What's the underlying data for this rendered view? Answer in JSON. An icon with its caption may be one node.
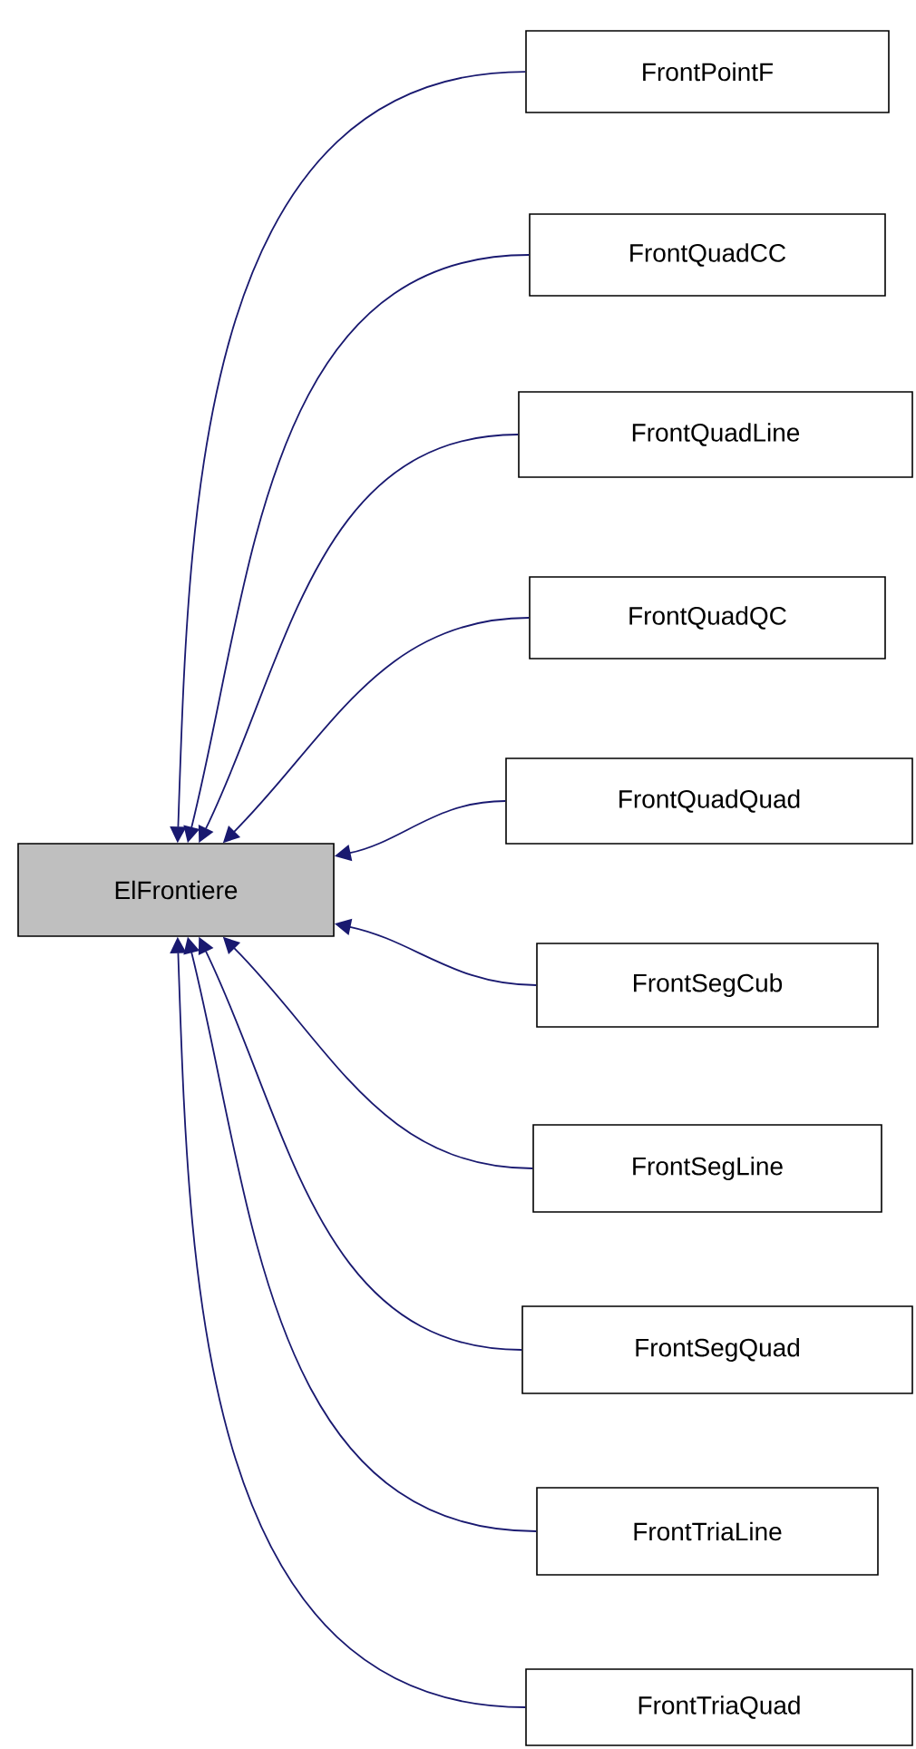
{
  "diagram": {
    "nodes": [
      {
        "text": [
          "ElFrontiere"
        ]
      },
      {
        "text": [
          "FrontPointF"
        ]
      },
      {
        "text": [
          "FrontQuadCC"
        ]
      },
      {
        "text": [
          "FrontQuadLine"
        ]
      },
      {
        "text": [
          "FrontQuadQC"
        ]
      },
      {
        "text": [
          "FrontQuadQuad"
        ]
      },
      {
        "text": [
          "FrontSegCub"
        ]
      },
      {
        "text": [
          "FrontSegLine"
        ]
      },
      {
        "text": [
          "FrontSegQuad"
        ]
      },
      {
        "text": [
          "FrontTriaLine"
        ]
      },
      {
        "text": [
          "FrontTriaQuad"
        ]
      }
    ],
    "edges": [
      {
        "from": 1,
        "to": 0,
        "arrow": "to"
      },
      {
        "from": 2,
        "to": 0,
        "arrow": "to"
      },
      {
        "from": 3,
        "to": 0,
        "arrow": "to"
      },
      {
        "from": 4,
        "to": 0,
        "arrow": "to"
      },
      {
        "from": 5,
        "to": 0,
        "arrow": "to"
      },
      {
        "from": 6,
        "to": 0,
        "arrow": "to"
      },
      {
        "from": 7,
        "to": 0,
        "arrow": "to"
      },
      {
        "from": 8,
        "to": 0,
        "arrow": "to"
      },
      {
        "from": 9,
        "to": 0,
        "arrow": "to"
      },
      {
        "from": 10,
        "to": 0,
        "arrow": "to"
      }
    ]
  }
}
